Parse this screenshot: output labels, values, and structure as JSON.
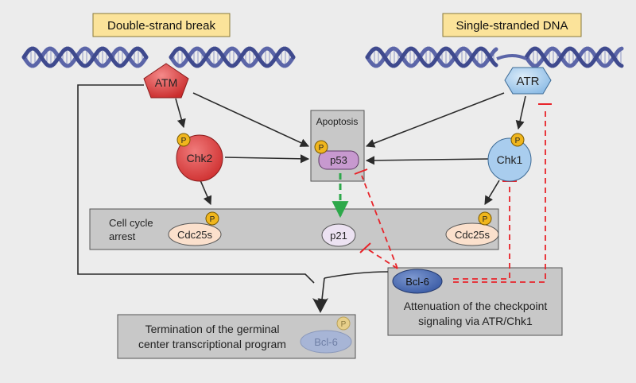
{
  "labels": {
    "dsb": "Double-strand break",
    "ssdna": "Single-stranded DNA",
    "atm": "ATM",
    "atr": "ATR",
    "chk2": "Chk2",
    "chk1": "Chk1",
    "apoptosis": "Apoptosis",
    "p53": "p53",
    "p21": "p21",
    "cdc25_left": "Cdc25s",
    "cdc25_right": "Cdc25s",
    "arrest_line1": "Cell cycle",
    "arrest_line2": "arrest",
    "bcl6": "Bcl-6",
    "bcl6_faded": "Bcl-6",
    "attenuation_line1": "Attenuation of the checkpoint",
    "attenuation_line2": "signaling via ATR/Chk1",
    "termination_line1": "Termination of the germinal",
    "termination_line2": "center transcriptional program",
    "phospho": "P"
  },
  "colors": {
    "background": "#ececec",
    "label_box": "#fbe39a",
    "gray_box": "#c8c8c8",
    "helix": "#5b65a8",
    "atm": "#d63a3a",
    "atr": "#9ec7ea",
    "chk2": "#e04848",
    "chk1": "#a9cdee",
    "p53": "#c799cf",
    "p21": "#ece2f2",
    "cdc25": "#fbe0cc",
    "bcl6": "#4f72b8",
    "phospho": "#f0b61d",
    "inhibition": "#e8242a",
    "transcription": "#2da84a"
  }
}
